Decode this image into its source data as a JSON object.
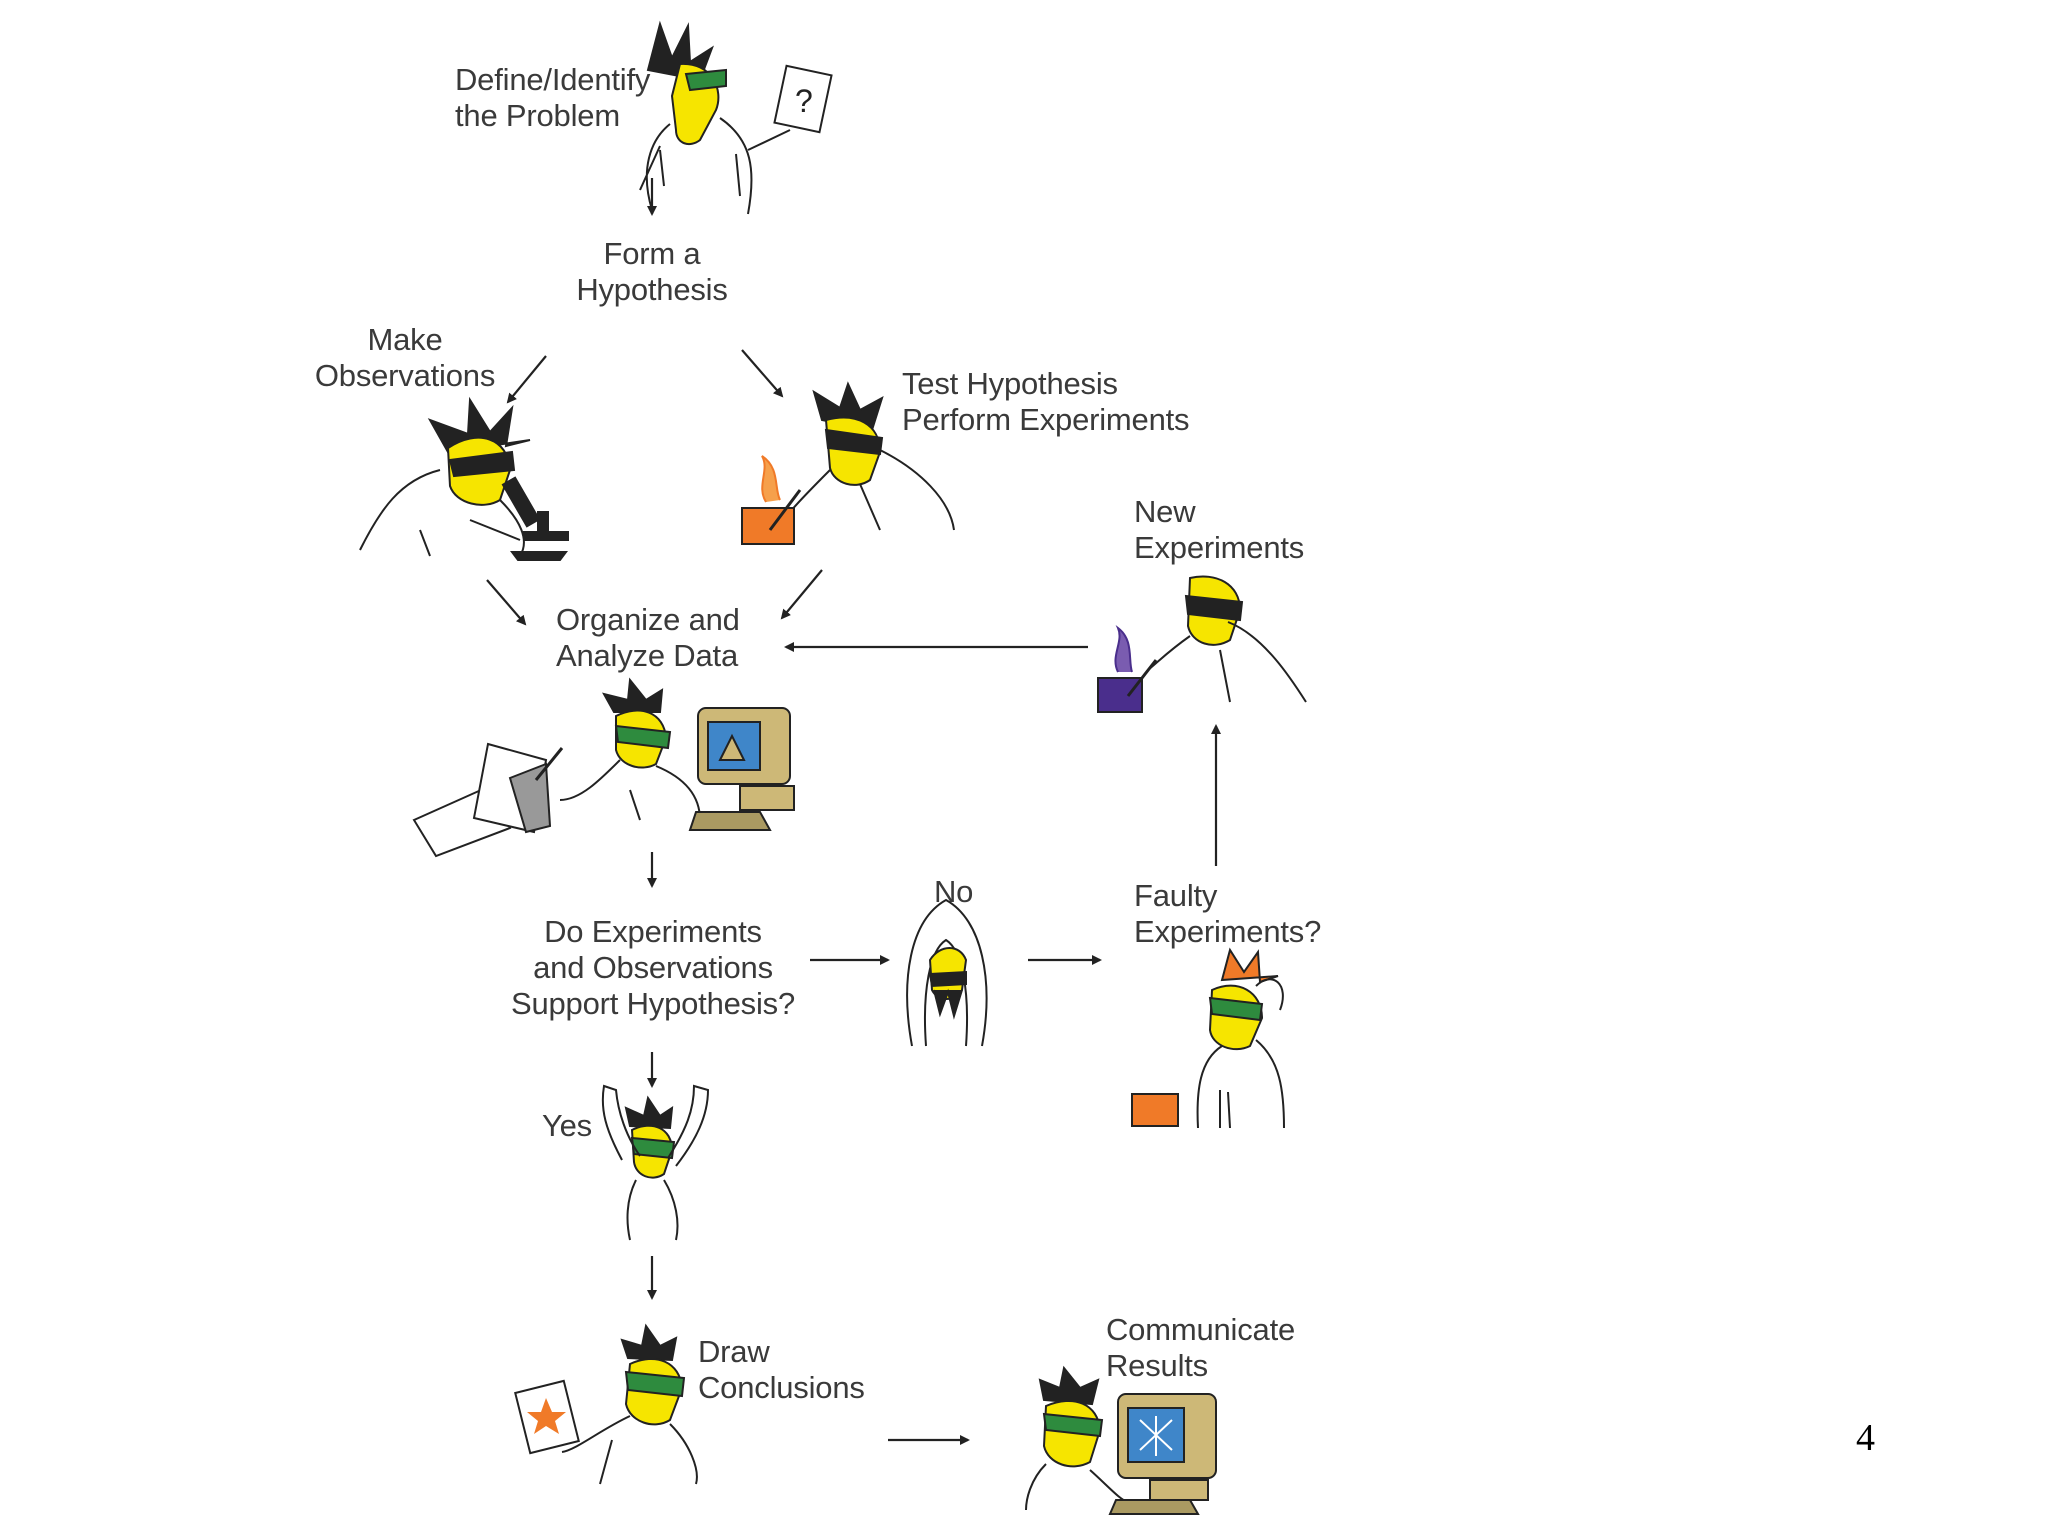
{
  "steps": {
    "define": [
      "Define/Identify",
      "the Problem"
    ],
    "hypothesis": [
      "Form a",
      "Hypothesis"
    ],
    "observe": [
      "Make",
      "Observations"
    ],
    "test": [
      "Test Hypothesis",
      "Perform Experiments"
    ],
    "organize": [
      "Organize and",
      "Analyze Data"
    ],
    "new_experiments": [
      "New",
      "Experiments"
    ],
    "support": [
      "Do Experiments",
      "and Observations",
      "Support Hypothesis?"
    ],
    "no": "No",
    "faulty": [
      "Faulty",
      "Experiments?"
    ],
    "yes": "Yes",
    "conclusions": [
      "Draw",
      "Conclusions"
    ],
    "communicate": [
      "Communicate",
      "Results"
    ]
  },
  "page_number": "4",
  "colors": {
    "text": "#3a3a3a",
    "skin": "#f6e500",
    "goggles": "#2e8b3e",
    "beaker_orange": "#f07a28",
    "beaker_purple": "#4a2e8c",
    "monitor": "#cdb877",
    "screen_blue": "#3f86c9",
    "line": "#222222"
  },
  "icons": [
    "question-paper-icon",
    "microscope-icon",
    "orange-beaker-icon",
    "purple-beaker-icon",
    "computer-icon",
    "notebook-icon",
    "star-paper-icon"
  ]
}
